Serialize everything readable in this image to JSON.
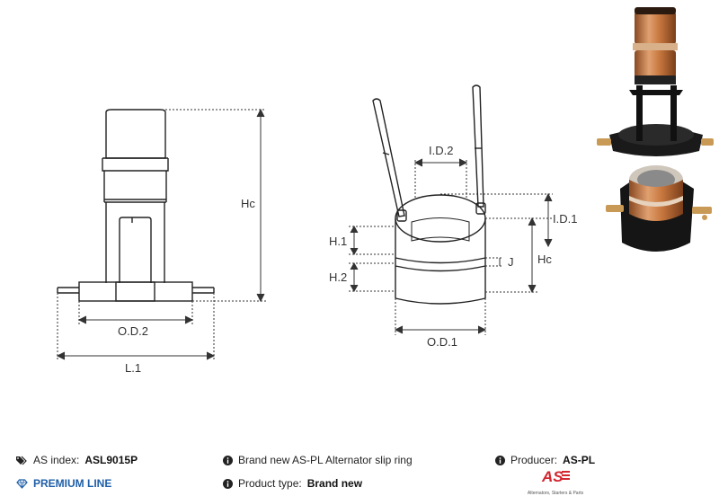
{
  "diagram": {
    "left_view": {
      "label_height": "Hc",
      "label_od": "O.D.2",
      "label_length": "L.1"
    },
    "center_view": {
      "label_id2": "I.D.2",
      "label_id1": "I.D.1",
      "label_h1": "H.1",
      "label_h2": "H.2",
      "label_j": "J",
      "label_hc": "Hc",
      "label_od1": "O.D.1"
    }
  },
  "footer": {
    "index_label": "AS index:",
    "index_value": "ASL9015P",
    "line_label": "PREMIUM LINE",
    "description": "Brand new AS-PL Alternator slip ring",
    "type_label": "Product type:",
    "type_value": "Brand new",
    "producer_label": "Producer:",
    "producer_value": "AS-PL",
    "logo_mark": "AS",
    "logo_tagline": "Alternators, Starters & Parts"
  },
  "colors": {
    "premium": "#1f5fa8",
    "brand_red": "#d22630",
    "copper": "#c8783f"
  }
}
